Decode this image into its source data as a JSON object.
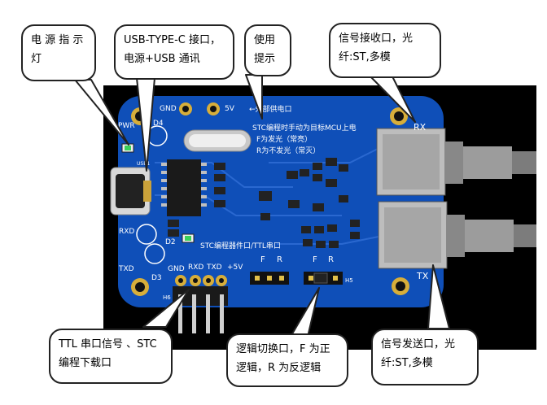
{
  "callouts": {
    "power_led": "电 源 指 示 灯",
    "usb": "USB-TYPE-C 接口，电源+USB 通讯",
    "usage": "使用提示",
    "rx_port": "信号接收口，光纤:ST,多模",
    "ttl": "TTL 串口信号 、STC 编程下载口",
    "logic": "逻辑切换口，F 为正逻辑，R 为反逻辑",
    "tx_port": "信号发送口，光纤:ST,多模"
  },
  "board": {
    "pwr": "PWR",
    "usb1": "USB1",
    "d4": "D4",
    "gnd_top": "GND",
    "v5_top": "5V",
    "ext_power": "←外部供电口",
    "stc_note_1": "STC编程时手动为目标MCU上电",
    "stc_note_2": "F为发光（常亮）",
    "stc_note_3": "R为不发光（常灭）",
    "rxd": "RXD",
    "txd": "TXD",
    "d2": "D2",
    "d3": "D3",
    "stc_port": "STC编程器件口/TTL串口",
    "header_gnd": "GND",
    "header_rxd": "RXD",
    "header_txd": "TXD",
    "header_5v": "+5V",
    "h6": "H6",
    "h5": "H5",
    "f1": "F",
    "r1": "R",
    "f2": "F",
    "r2": "R",
    "rx": "RX",
    "tx": "TX"
  },
  "colors": {
    "pcb": "#0f4fb8",
    "gold": "#d7ae3a",
    "background": "#000000"
  }
}
